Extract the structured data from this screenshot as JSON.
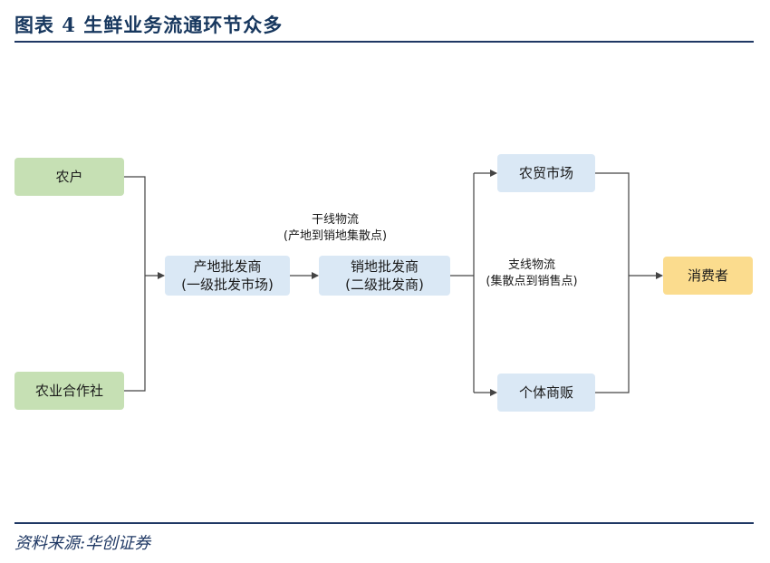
{
  "header": {
    "title": "图表 4 生鲜业务流通环节众多"
  },
  "footer": {
    "source": "资料来源:华创证券"
  },
  "nodes": {
    "farmer": "农户",
    "coop": "农业合作社",
    "origin_wholesaler": {
      "line1": "产地批发商",
      "line2": "(一级批发市场)"
    },
    "sales_wholesaler": {
      "line1": "销地批发商",
      "line2": "(二级批发商)"
    },
    "farm_market": "农贸市场",
    "vendor": "个体商贩",
    "consumer": "消费者"
  },
  "labels": {
    "trunk_logistics": {
      "line1": "干线物流",
      "line2": "(产地到销地集散点)"
    },
    "branch_logistics": {
      "line1": "支线物流",
      "line2": "(集散点到销售点)"
    }
  },
  "colors": {
    "title": "#17375e",
    "rule": "#1f3864",
    "source_node_fill": "#c6e0b4",
    "intermediate_node_fill": "#dae8f5",
    "consumer_node_fill": "#fbdc8e",
    "connector": "#444444"
  }
}
